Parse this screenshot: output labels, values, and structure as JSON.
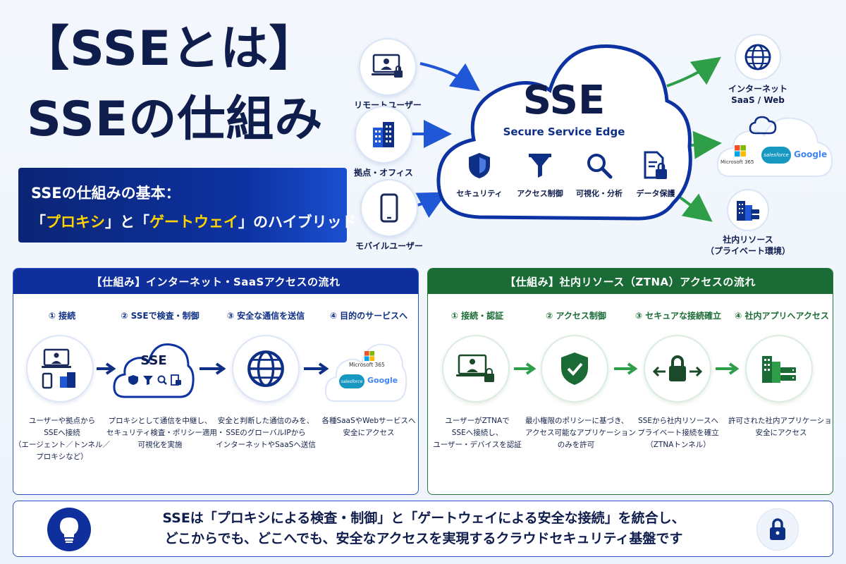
{
  "title": {
    "line1": "【SSEとは】",
    "line2": "SSEの仕組み"
  },
  "basics": {
    "line1": "SSEの仕組みの基本：",
    "line2_q1_open": "「",
    "line2_proxy": "プロキシ",
    "line2_q1_close": "」と「",
    "line2_gateway": "ゲートウェイ",
    "line2_end": "」のハイブリッド"
  },
  "sources": {
    "remote": "リモートユーザー",
    "office": "拠点・オフィス",
    "mobile": "モバイルユーザー"
  },
  "cloud": {
    "title": "SSE",
    "subtitle": "Secure Service Edge",
    "functions": [
      "セキュリティ",
      "アクセス制御",
      "可視化・分析",
      "データ保護"
    ]
  },
  "destinations": {
    "internet_l1": "インターネット",
    "internet_l2": "SaaS / Web",
    "internal_l1": "社内リソース",
    "internal_l2": "（プライベート環境）",
    "logos": {
      "ms": "Microsoft 365",
      "sf": "salesforce",
      "google": "Google"
    }
  },
  "panel_internet": {
    "header": "【仕組み】インターネット・SaaSアクセスの流れ",
    "steps": [
      {
        "title": "① 接続",
        "desc": [
          "ユーザーや拠点から",
          "SSEへ接続",
          "（エージェント／トンネル／",
          "プロキシなど）"
        ]
      },
      {
        "title": "② SSEで検査・制御",
        "desc": [
          "プロキシとして通信を中継し、",
          "セキュリティ検査・ポリシー適用・",
          "可視化を実施"
        ]
      },
      {
        "title": "③ 安全な通信を送信",
        "desc": [
          "安全と判断した通信のみを、",
          "SSEのグローバルIPから",
          "インターネットやSaaSへ送信"
        ]
      },
      {
        "title": "④ 目的のサービスへ",
        "desc": [
          "各種SaaSやWebサービスへ",
          "安全にアクセス"
        ]
      }
    ],
    "mini_cloud": "SSE"
  },
  "panel_ztna": {
    "header": "【仕組み】社内リソース（ZTNA）アクセスの流れ",
    "steps": [
      {
        "title": "① 接続・認証",
        "desc": [
          "ユーザーがZTNAで",
          "SSEへ接続し、",
          "ユーザー・デバイスを認証"
        ]
      },
      {
        "title": "② アクセス制御",
        "desc": [
          "最小権限のポリシーに基づき、",
          "アクセス可能なアプリケーション",
          "のみを許可"
        ]
      },
      {
        "title": "③ セキュアな接続確立",
        "desc": [
          "SSEから社内リソースへ",
          "プライベート接続を確立",
          "（ZTNAトンネル）"
        ]
      },
      {
        "title": "④ 社内アプリへアクセス",
        "desc": [
          "許可された社内アプリケーションへ",
          "安全にアクセス"
        ]
      }
    ]
  },
  "banner": {
    "line1": "SSEは「プロキシによる検査・制御」と「ゲートウェイによる安全な接続」を統合し、",
    "line2": "どこからでも、どこへでも、安全なアクセスを実現するクラウドセキュリティ基盤です"
  },
  "colors": {
    "navy": "#0f1d4d",
    "blue": "#0f2f9c",
    "green": "#1a6b35",
    "accent_yellow": "#ffd400",
    "arrow_green": "#2e9e49"
  }
}
